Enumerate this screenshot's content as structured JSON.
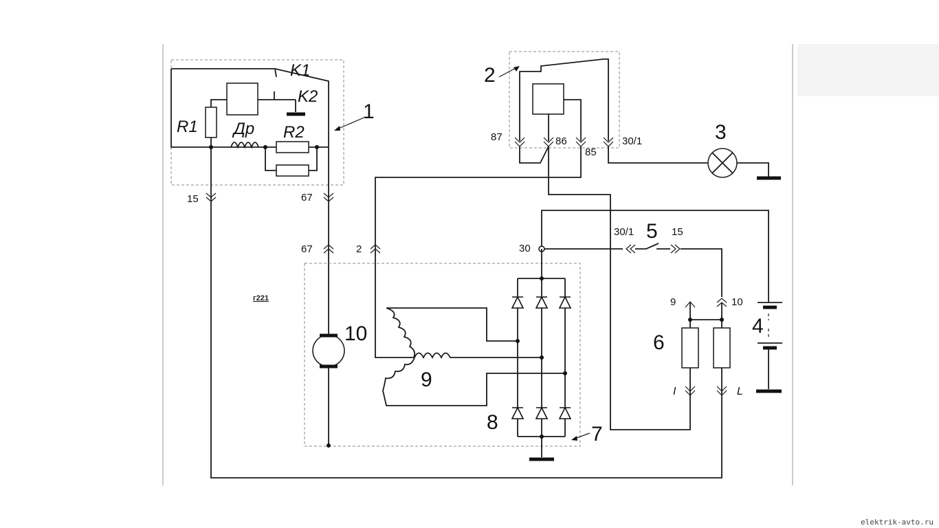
{
  "components": {
    "regulator": {
      "number": "1",
      "contact_k1": "K1",
      "contact_k2": "K2",
      "resistor_r1": "R1",
      "choke": "Др",
      "resistor_r2": "R2"
    },
    "relay": {
      "number": "2",
      "pin_87": "87",
      "pin_86": "86",
      "pin_85": "85",
      "pin_30_1": "30/1"
    },
    "lamp": {
      "number": "3"
    },
    "battery": {
      "number": "4"
    },
    "ignition_switch": {
      "number": "5",
      "pin_30_1": "30/1",
      "pin_15": "15"
    },
    "fuse_block": {
      "number": "6",
      "pin_9": "9",
      "pin_10": "10",
      "pin_i": "I",
      "pin_l": "L"
    },
    "generator": {
      "number": "7"
    },
    "rectifier": {
      "number": "8"
    },
    "stator": {
      "number": "9"
    },
    "rotor": {
      "number": "10"
    }
  },
  "terminals": {
    "reg_15": "15",
    "reg_67": "67",
    "gen_67": "67",
    "gen_2": "2",
    "gen_30": "30"
  },
  "ref_code": "г221",
  "watermark": "elektrik-avto.ru"
}
